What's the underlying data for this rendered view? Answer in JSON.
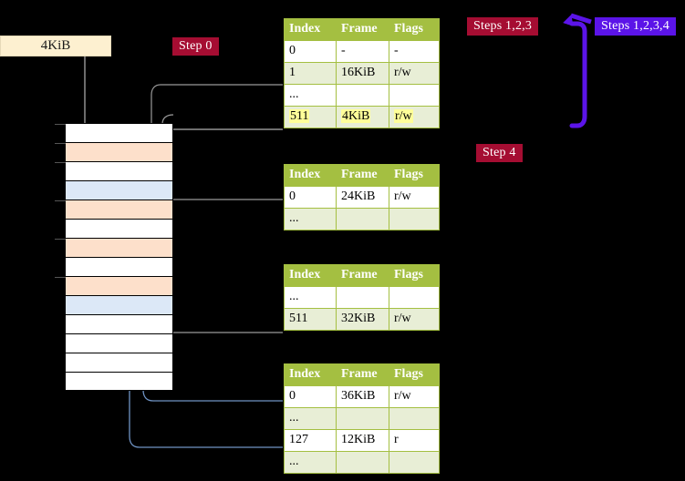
{
  "diagram": {
    "title_banner": {
      "label": "4KiB"
    },
    "badges": [
      {
        "id": "step-0",
        "label": "Step 0",
        "color": "#a50d32",
        "style": "red"
      },
      {
        "id": "steps-123",
        "label": "Steps 1,2,3",
        "color": "#a50d32",
        "style": "red"
      },
      {
        "id": "steps-1234",
        "label": "Steps 1,2,3,4",
        "color": "#5b14e8",
        "style": "blue"
      },
      {
        "id": "step-4",
        "label": "Step 4",
        "color": "#a50d32",
        "style": "red"
      }
    ],
    "colors": {
      "table_header": "#a4bf41",
      "table_alt_row": "#e8eed6",
      "highlight": "#ffff99",
      "memory_orange": "#fde0cb",
      "memory_blue": "#dce8f7",
      "banner_fill": "#fdf0d0",
      "wire_gray": "#9a9a9a",
      "wire_blue": "#6f93c4",
      "arrow_purple": "#5b14e8",
      "background": "#000000"
    },
    "memory": {
      "rows": [
        {
          "index": 0,
          "fill": "white",
          "tick": true
        },
        {
          "index": 1,
          "fill": "orange",
          "tick": true
        },
        {
          "index": 2,
          "fill": "white",
          "tick": true
        },
        {
          "index": 3,
          "fill": "blue",
          "tick": false
        },
        {
          "index": 4,
          "fill": "orange",
          "tick": true
        },
        {
          "index": 5,
          "fill": "white",
          "tick": false
        },
        {
          "index": 6,
          "fill": "orange",
          "tick": true
        },
        {
          "index": 7,
          "fill": "white",
          "tick": false
        },
        {
          "index": 8,
          "fill": "orange",
          "tick": true
        },
        {
          "index": 9,
          "fill": "blue",
          "tick": false
        },
        {
          "index": 10,
          "fill": "white",
          "tick": false
        },
        {
          "index": 11,
          "fill": "white",
          "tick": false
        },
        {
          "index": 12,
          "fill": "white",
          "tick": false
        },
        {
          "index": 13,
          "fill": "white",
          "tick": false
        }
      ]
    },
    "tables": [
      {
        "id": "pml4",
        "headers": [
          "Index",
          "Frame",
          "Flags"
        ],
        "rows": [
          {
            "cells": [
              "0",
              "-",
              "-"
            ],
            "alt": false,
            "highlight": false
          },
          {
            "cells": [
              "1",
              "16KiB",
              "r/w"
            ],
            "alt": true,
            "highlight": false
          },
          {
            "cells": [
              "...",
              "",
              ""
            ],
            "alt": false,
            "highlight": false
          },
          {
            "cells": [
              "511",
              "4KiB",
              "r/w"
            ],
            "alt": true,
            "highlight": true
          }
        ]
      },
      {
        "id": "pdpt",
        "headers": [
          "Index",
          "Frame",
          "Flags"
        ],
        "rows": [
          {
            "cells": [
              "0",
              "24KiB",
              "r/w"
            ],
            "alt": false,
            "highlight": false
          },
          {
            "cells": [
              "...",
              "",
              ""
            ],
            "alt": true,
            "highlight": false
          }
        ]
      },
      {
        "id": "pd",
        "headers": [
          "Index",
          "Frame",
          "Flags"
        ],
        "rows": [
          {
            "cells": [
              "...",
              "",
              ""
            ],
            "alt": false,
            "highlight": false
          },
          {
            "cells": [
              "511",
              "32KiB",
              "r/w"
            ],
            "alt": true,
            "highlight": false
          }
        ]
      },
      {
        "id": "pt",
        "headers": [
          "Index",
          "Frame",
          "Flags"
        ],
        "rows": [
          {
            "cells": [
              "0",
              "36KiB",
              "r/w"
            ],
            "alt": false,
            "highlight": false
          },
          {
            "cells": [
              "...",
              "",
              ""
            ],
            "alt": true,
            "highlight": false
          },
          {
            "cells": [
              "127",
              "12KiB",
              "r"
            ],
            "alt": false,
            "highlight": false
          },
          {
            "cells": [
              "...",
              "",
              ""
            ],
            "alt": true,
            "highlight": false
          }
        ]
      }
    ]
  }
}
